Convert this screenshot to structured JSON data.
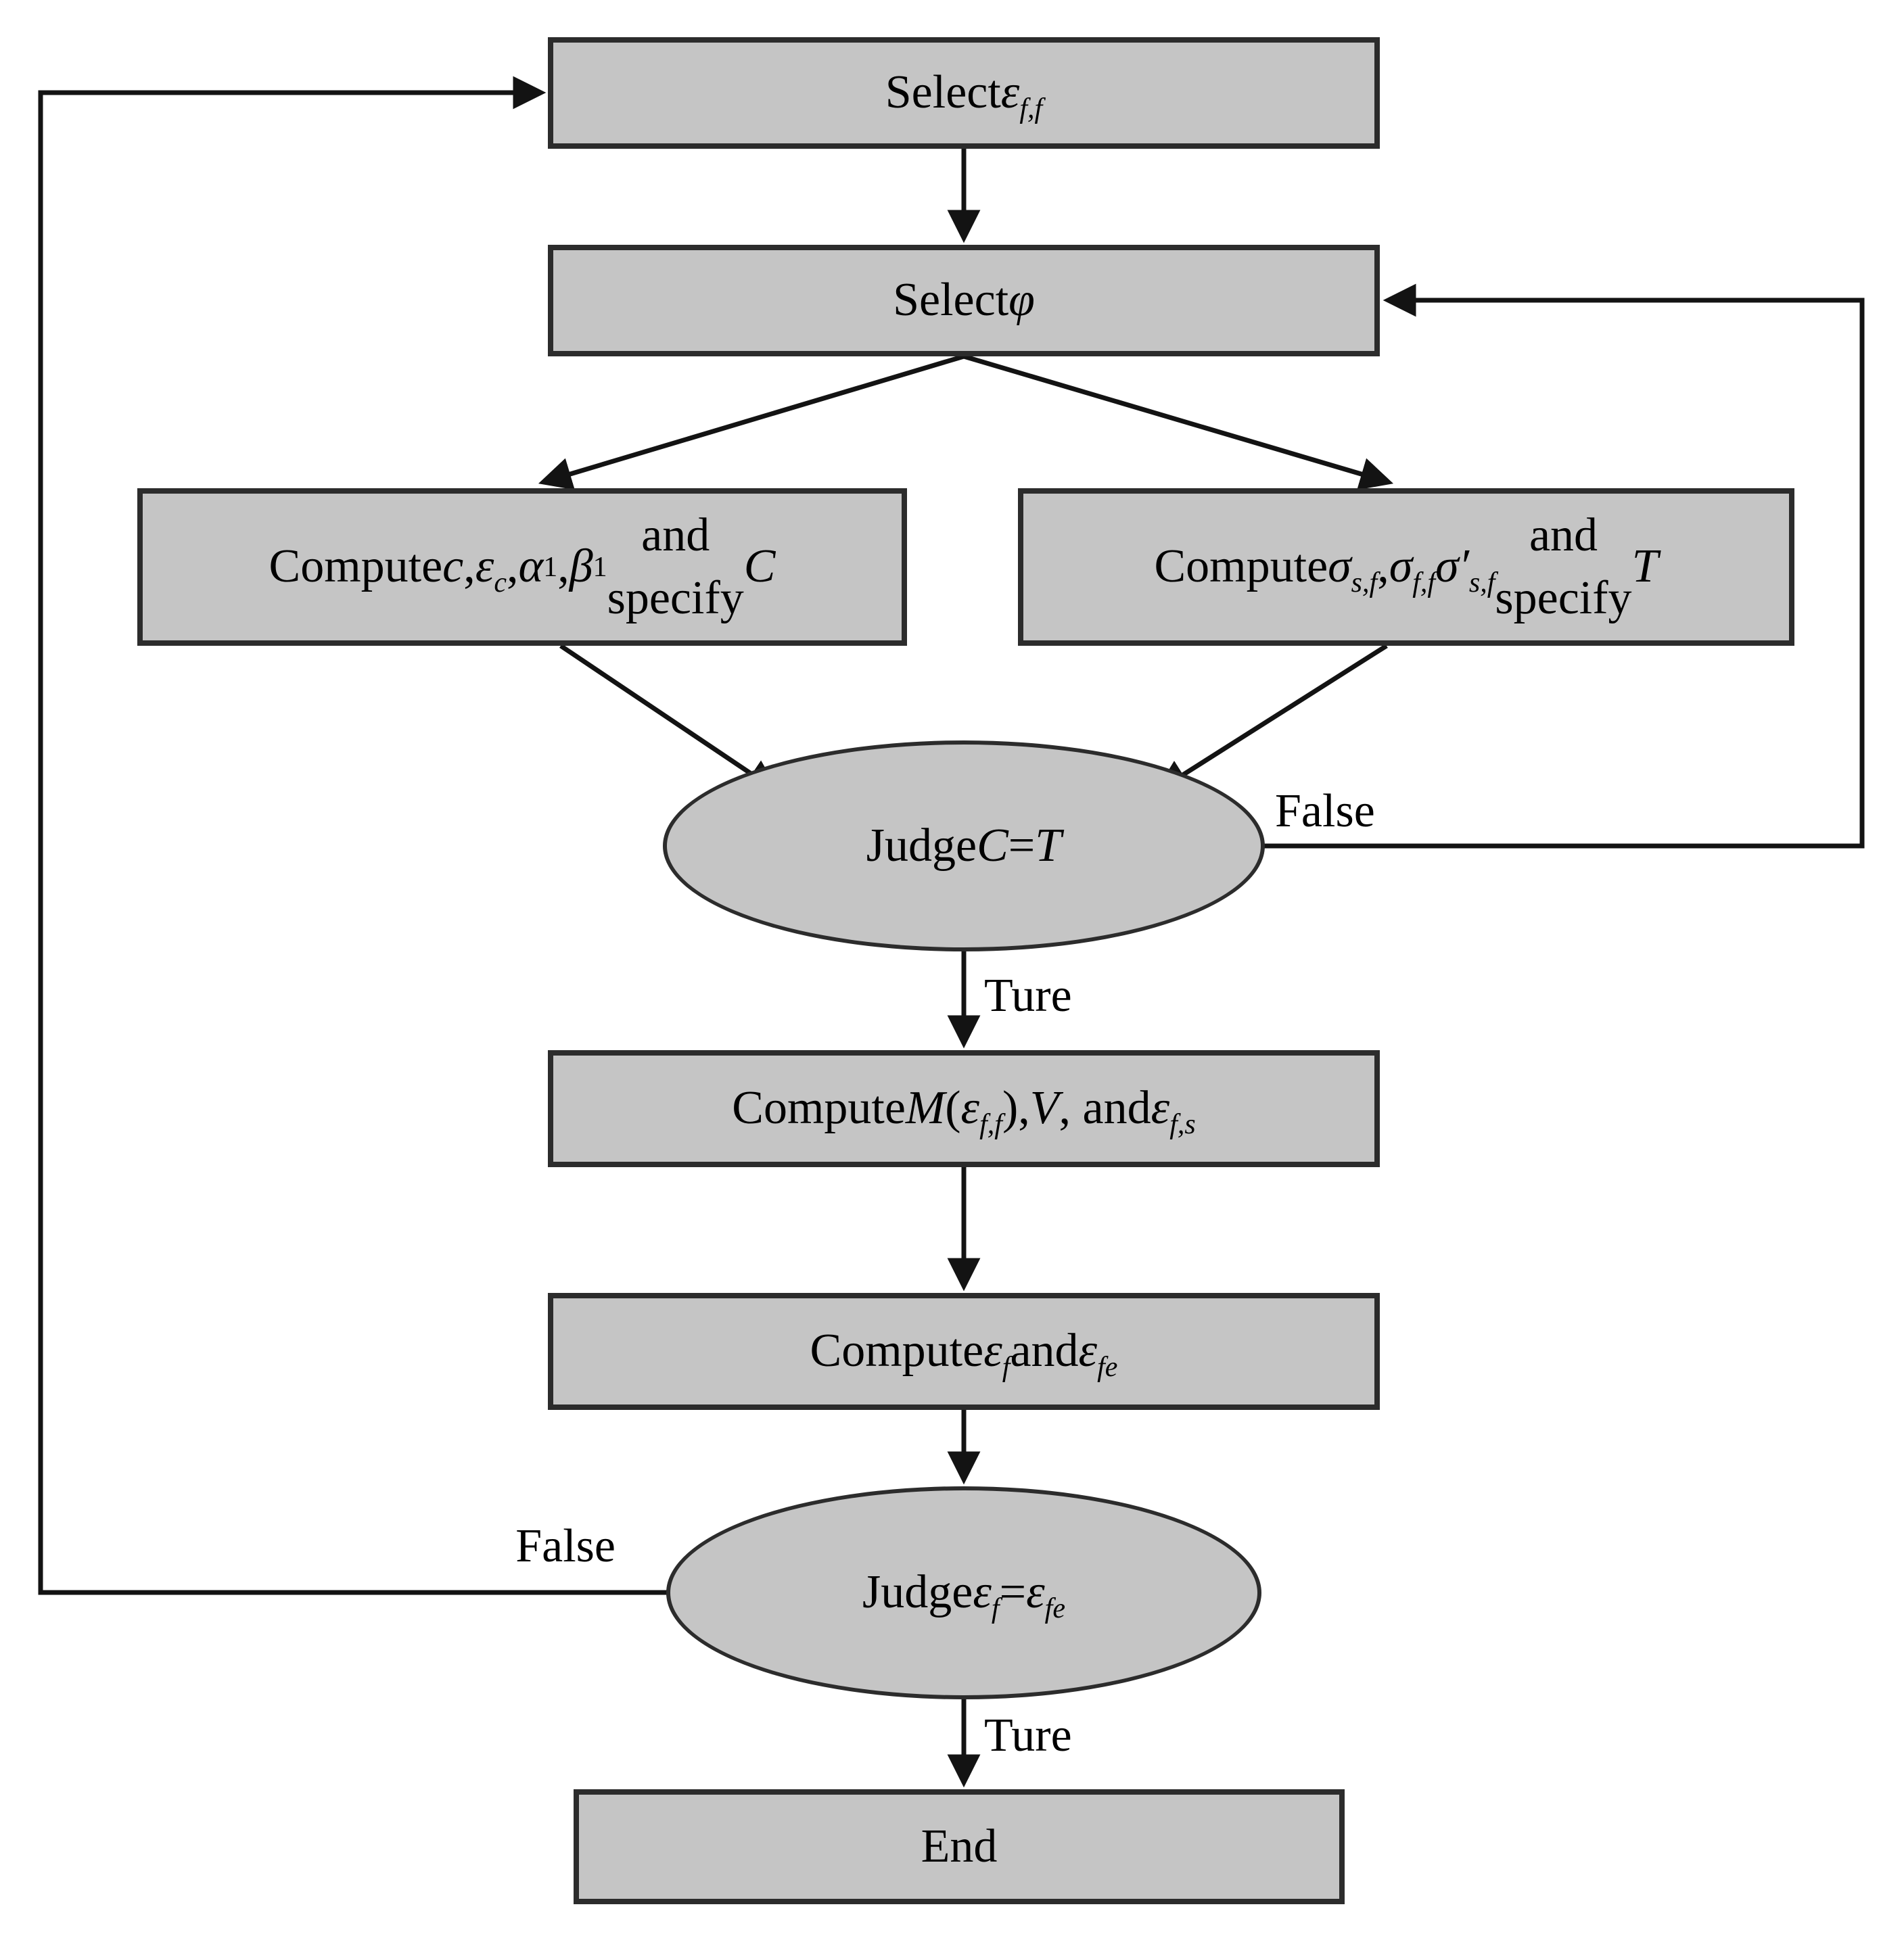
{
  "diagram": {
    "type": "flowchart",
    "colors": {
      "node_fill": "#c5c5c5",
      "node_border": "#2c2c2c",
      "line": "#131313",
      "text": "#000000",
      "background": "#ffffff"
    },
    "nodes": {
      "select_eff": {
        "shape": "process",
        "label_text": "Select ε f,f",
        "label_html": "Select <i>ε<sub>f,f</sub></i>"
      },
      "select_phi": {
        "shape": "process",
        "label_text": "Select φ",
        "label_html": "Select <i>φ</i>"
      },
      "compute_c": {
        "shape": "process",
        "label_text": "Compute c, ε c, α 1, β 1 and specify C",
        "label_html": "Compute <i>c</i>, <i>ε<sub>c</sub></i>, <i>α</i><sub>1</sub>, <i>β</i><sub>1</sub> and<br>specify <i>C</i>"
      },
      "compute_sigma": {
        "shape": "process",
        "label_text": "Compute σ s,f, σ f,f σ′ s,f and specify T",
        "label_html": "Compute <i>σ<sub>s,f</sub></i>, <i>σ<sub>f,f</sub></i> <i>σ′<sub>s,f</sub></i> and<br>specify <i>T</i>"
      },
      "judge_ct": {
        "shape": "decision",
        "label_text": "Judge C = T",
        "label_html": "Judge <i>C</i> = <i>T</i>"
      },
      "compute_m": {
        "shape": "process",
        "label_text": "Compute M(ε f,f), V, and ε f,s",
        "label_html": "Compute <i>M</i>(<i>ε<sub>f,f</sub></i>), <i>V</i>, and <i>ε<sub>f,s</sub></i>"
      },
      "compute_ef": {
        "shape": "process",
        "label_text": "Compute ε f and ε fe",
        "label_html": "Compute <i>ε<sub>f</sub></i> and <i>ε<sub>fe</sub></i>"
      },
      "judge_ef": {
        "shape": "decision",
        "label_text": "Judge ε f = ε fe",
        "label_html": "Judge <i>ε<sub>f</sub></i> = <i>ε<sub>fe</sub></i>"
      },
      "end": {
        "shape": "process",
        "label_text": "End",
        "label_html": "End"
      }
    },
    "edge_labels": {
      "false_right": "False",
      "true_middle": "Ture",
      "false_left": "False",
      "true_bottom": "Ture"
    }
  }
}
